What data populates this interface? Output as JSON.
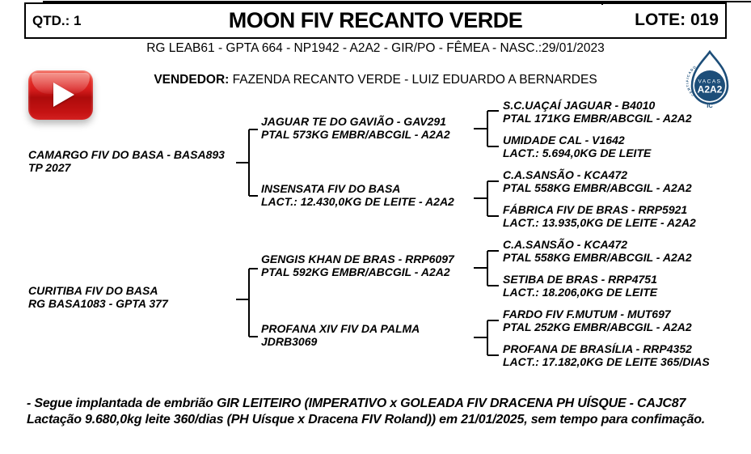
{
  "header": {
    "qtd": "QTD.: 1",
    "title": "MOON FIV RECANTO VERDE",
    "lote": "LOTE: 019"
  },
  "animal_info": "RG LEAB61 - GPTA 664 - NP1942 - A2A2 - GIR/PO - FÊMEA - NASC.:29/01/2023",
  "vendor": {
    "label": "VENDEDOR:",
    "name": "FAZENDA RECANTO VERDE - LUIZ EDUARDO A BERNARDES"
  },
  "badge": {
    "top": "VACAS",
    "main": "A2A2",
    "arc": "CERTIFICADO",
    "bottom": "IC"
  },
  "pedigree": {
    "sire": {
      "name": "CAMARGO FIV DO BASA - BASA893",
      "info": "TP 2027"
    },
    "dam": {
      "name": "CURITIBA FIV DO BASA",
      "info": "RG BASA1083 - GPTA 377"
    },
    "grandparents": [
      {
        "name": "JAGUAR TE DO GAVIÃO - GAV291",
        "info": "PTAL 573KG EMBR/ABCGIL - A2A2"
      },
      {
        "name": "INSENSATA FIV DO BASA",
        "info": "LACT.: 12.430,0KG DE LEITE - A2A2"
      },
      {
        "name": "GENGIS KHAN DE BRAS - RRP6097",
        "info": "PTAL 592KG EMBR/ABCGIL - A2A2"
      },
      {
        "name": "PROFANA XIV FIV DA PALMA",
        "info": "JDRB3069"
      }
    ],
    "great_grandparents": [
      {
        "name": "S.C.UAÇAÍ JAGUAR - B4010",
        "info": "PTAL 171KG EMBR/ABCGIL - A2A2"
      },
      {
        "name": "UMIDADE CAL - V1642",
        "info": "LACT.: 5.694,0KG DE LEITE"
      },
      {
        "name": "C.A.SANSÃO - KCA472",
        "info": "PTAL 558KG EMBR/ABCGIL - A2A2"
      },
      {
        "name": "FÁBRICA FIV DE BRAS - RRP5921",
        "info": "LACT.: 13.935,0KG DE LEITE - A2A2"
      },
      {
        "name": "C.A.SANSÃO - KCA472",
        "info": "PTAL 558KG EMBR/ABCGIL - A2A2"
      },
      {
        "name": "SETIBA DE BRAS - RRP4751",
        "info": "LACT.: 18.206,0KG DE LEITE"
      },
      {
        "name": "FARDO FIV F.MUTUM - MUT697",
        "info": "PTAL 252KG EMBR/ABCGIL - A2A2"
      },
      {
        "name": "PROFANA DE BRASÍLIA - RRP4352",
        "info": "LACT.: 17.182,0KG DE LEITE 365/DIAS"
      }
    ]
  },
  "footnote": {
    "line1": "- Segue implantada de embrião GIR LEITEIRO (IMPERATIVO x GOLEADA FIV DRACENA PH UÍSQUE - CAJC87",
    "line2": "Lactação 9.680,0kg leite 360/dias (PH Uísque x Dracena FIV Roland)) em 21/01/2025, sem tempo para confimação."
  },
  "colors": {
    "play_red": "#c51313",
    "badge_blue": "#1d4e79",
    "line_black": "#000000"
  }
}
